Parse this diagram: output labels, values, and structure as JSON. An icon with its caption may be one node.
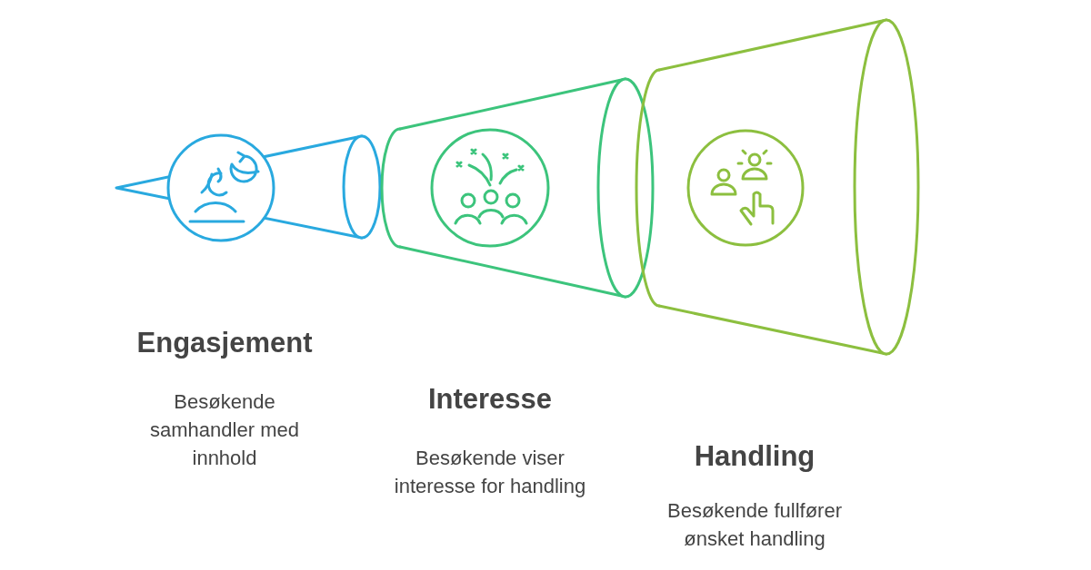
{
  "diagram": {
    "labels": [
      "Engasjement",
      "Besøkende samhandler med innhold",
      "Interesse",
      "Besøkende viser interesse for handling",
      "Handling",
      "Besøkende fullfører ønsket handling"
    ]
  }
}
